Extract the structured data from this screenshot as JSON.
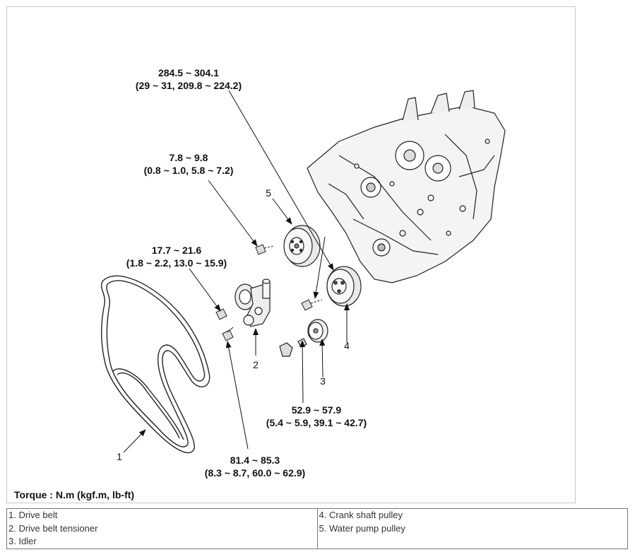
{
  "callouts": {
    "t1": {
      "range": "284.5 ~ 304.1",
      "detail": "(29 ~ 31, 209.8 ~ 224.2)"
    },
    "t2": {
      "range": "7.8 ~ 9.8",
      "detail": "(0.8 ~ 1.0, 5.8 ~ 7.2)"
    },
    "t3": {
      "range": "17.7 ~ 21.6",
      "detail": "(1.8 ~ 2.2, 13.0 ~ 15.9)"
    },
    "t4": {
      "range": "52.9 ~ 57.9",
      "detail": "(5.4 ~ 5.9, 39.1 ~ 42.7)"
    },
    "t5": {
      "range": "81.4 ~ 85.3",
      "detail": "(8.3 ~ 8.7, 60.0 ~ 62.9)"
    }
  },
  "part_numbers": [
    "1",
    "2",
    "3",
    "4",
    "5"
  ],
  "torque_unit": "Torque : N.m (kgf.m, lb-ft)",
  "legend": {
    "left": [
      "1. Drive belt",
      "2. Drive belt tensioner",
      "3. Idler"
    ],
    "right": [
      "4. Crank shaft pulley",
      "5. Water pump pulley"
    ]
  }
}
